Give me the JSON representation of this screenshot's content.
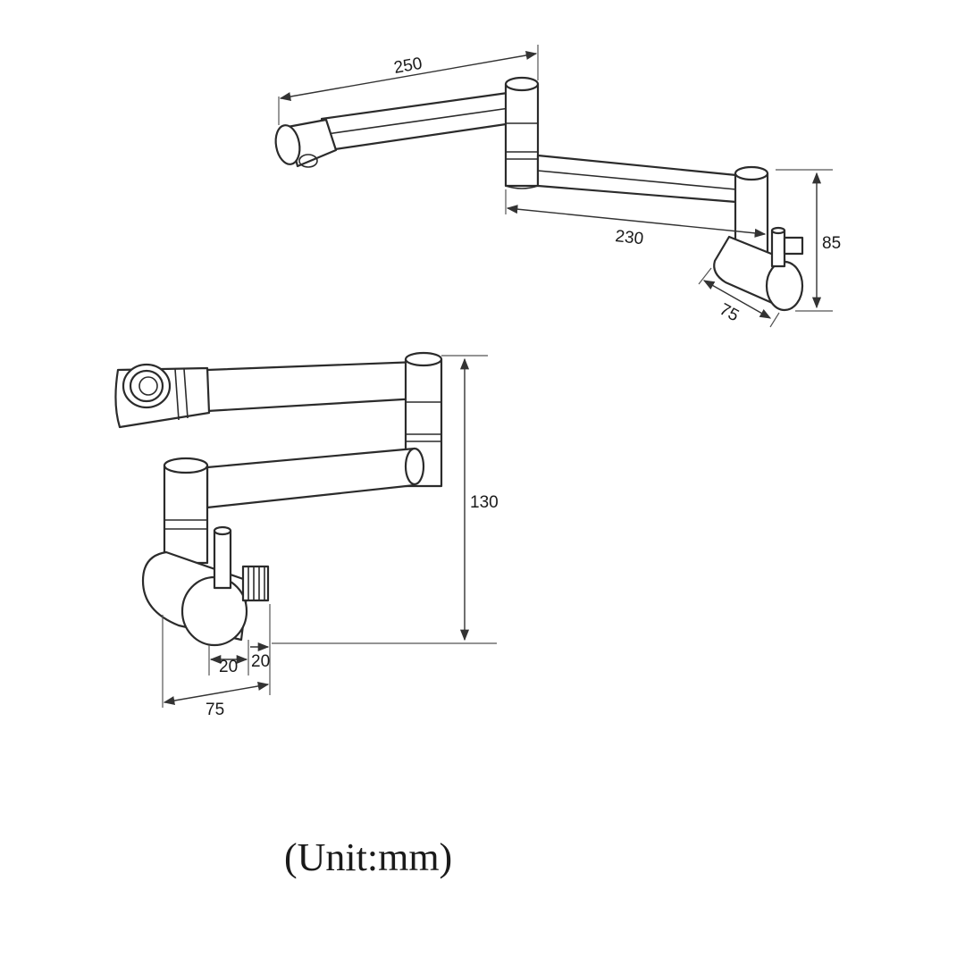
{
  "top_view": {
    "dim_upper_arm": "250",
    "dim_lower_arm": "230",
    "dim_height": "85",
    "dim_base_depth": "75"
  },
  "side_view": {
    "dim_height": "130",
    "dim_depth": "75",
    "dim_thread_a": "20",
    "dim_thread_b": "20"
  },
  "unit_note": "(Unit:mm)",
  "colors": {
    "line": "#2b2b2b",
    "background": "#ffffff"
  }
}
